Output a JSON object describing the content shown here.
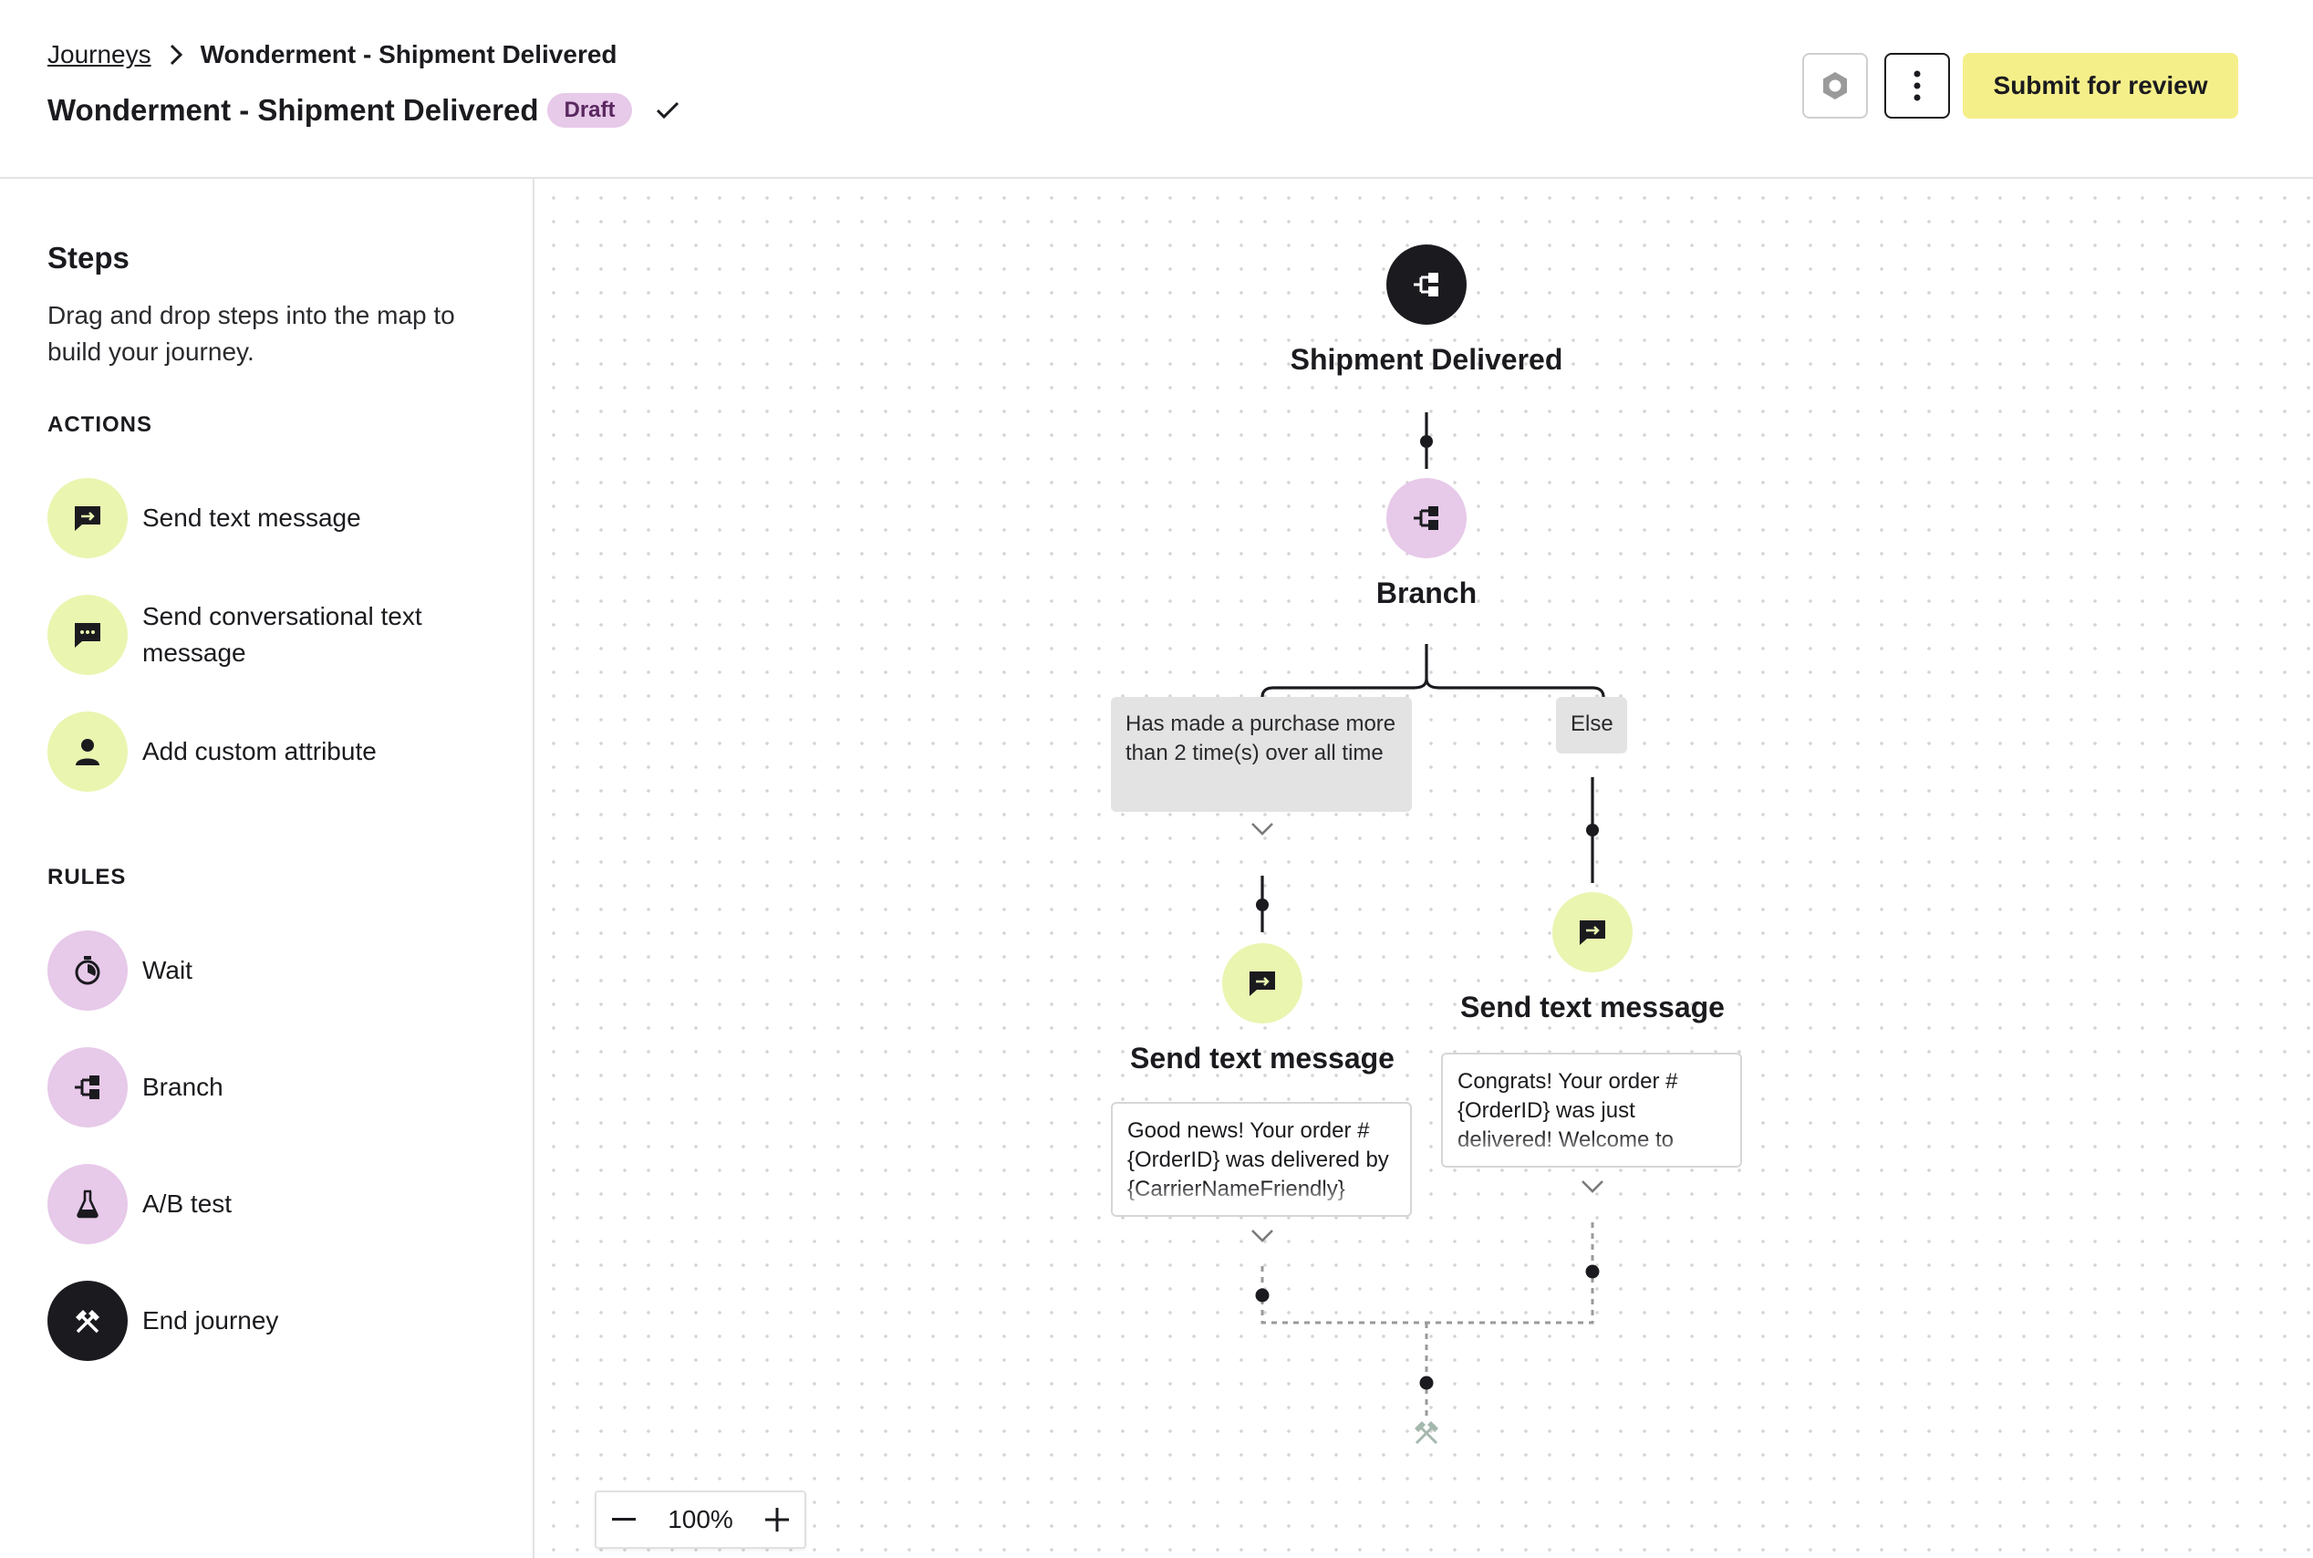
{
  "breadcrumb": {
    "root": "Journeys",
    "current": "Wonderment - Shipment Delivered"
  },
  "title": "Wonderment - Shipment Delivered",
  "status_badge": "Draft",
  "toolbar": {
    "submit_label": "Submit for review"
  },
  "sidebar": {
    "title": "Steps",
    "description": "Drag and drop steps into the map to build your journey.",
    "actions_heading": "ACTIONS",
    "actions": [
      {
        "label": "Send text message",
        "icon": "send-text-icon"
      },
      {
        "label": "Send conversational text message",
        "icon": "conversation-icon"
      },
      {
        "label": "Add custom attribute",
        "icon": "person-icon"
      }
    ],
    "rules_heading": "RULES",
    "rules": [
      {
        "label": "Wait",
        "icon": "timer-icon"
      },
      {
        "label": "Branch",
        "icon": "branch-icon"
      },
      {
        "label": "A/B test",
        "icon": "flask-icon"
      },
      {
        "label": "End journey",
        "icon": "end-journey-icon"
      }
    ]
  },
  "canvas": {
    "trigger": {
      "label": "Shipment Delivered"
    },
    "branch": {
      "label": "Branch"
    },
    "conditions": [
      {
        "text": "Has made a purchase more than 2 time(s) over all time"
      },
      {
        "text": "Else"
      }
    ],
    "steps": [
      {
        "label": "Send text message",
        "preview": "Good news! Your order #{OrderID} was delivered by {CarrierNameFriendly}"
      },
      {
        "label": "Send text message",
        "preview": "Congrats! Your order #{OrderID} was just delivered! Welcome to"
      }
    ]
  },
  "zoom": {
    "value": "100%"
  },
  "colors": {
    "accent_yellow": "#f5ef8a",
    "green_node": "#eaf5b0",
    "pink_node": "#e7c9e9",
    "dark_node": "#1b1b1f"
  }
}
